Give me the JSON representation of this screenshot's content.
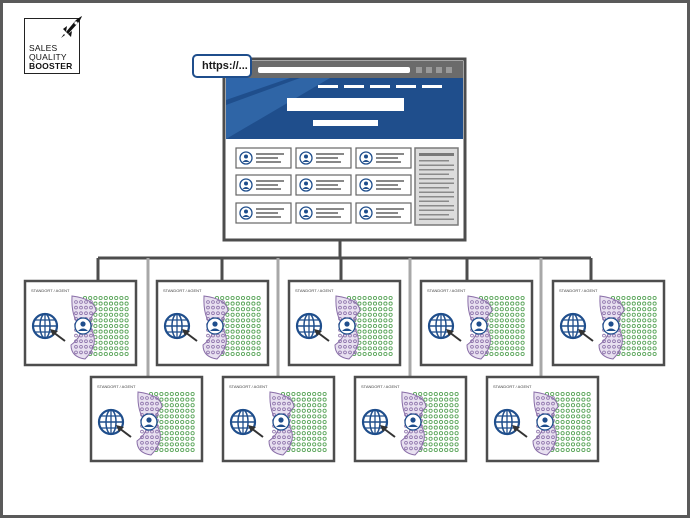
{
  "logo": {
    "line1": "SALES",
    "line2": "QUALITY",
    "line3": "BOOSTER",
    "icon": "rocket-icon"
  },
  "browser": {
    "url": "https://..."
  },
  "agent_panels": [
    {
      "label": "STANDORT / AGENT"
    },
    {
      "label": "STANDORT / AGENT"
    },
    {
      "label": "STANDORT / AGENT"
    },
    {
      "label": "STANDORT / AGENT"
    },
    {
      "label": "STANDORT / AGENT"
    },
    {
      "label": "STANDORT / AGENT"
    },
    {
      "label": "STANDORT / AGENT"
    },
    {
      "label": "STANDORT / AGENT"
    },
    {
      "label": "STANDORT / AGENT"
    }
  ],
  "colors": {
    "frame": "#5a5a5a",
    "connector": "#4d4d4d",
    "browser_blue": "#1f4e8c",
    "globe_blue": "#1f4e8c",
    "agent_purple": "#8a6fa8",
    "customer_green": "#5aa55a"
  }
}
